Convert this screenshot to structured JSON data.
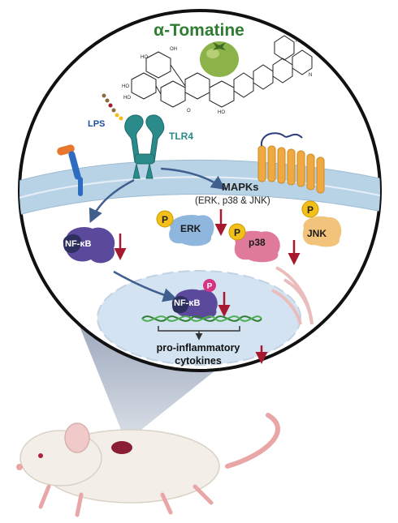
{
  "title": "α-Tomatine",
  "labels": {
    "lps": "LPS",
    "tlr4": "TLR4",
    "mapks": "MAPKs",
    "mapks_sub": "(ERK, p38 & JNK)",
    "erk": "ERK",
    "p38": "p38",
    "jnk": "JNK",
    "nfkb_cyto": "NF-κB",
    "nfkb_nuc": "NF-κB",
    "phospho": "P",
    "outcome_line1": "pro-inflammatory",
    "outcome_line2": "cytokines"
  },
  "colors": {
    "title": "#2e7d32",
    "circle_border": "#111111",
    "membrane": "#b9d3e6",
    "nucleus": "#d4e3f1",
    "down_arrow": "#a6192e",
    "signal_arrow": "#3f5f8f",
    "nfkb": "#5b4a9b",
    "erk": "#8fb7dd",
    "p38": "#e07a9a",
    "jnk": "#f2c47b",
    "phospho_yellow": "#f2c018",
    "phospho_pink": "#d63384",
    "tlr4": "#2b8a8a",
    "gpcr": "#f0a940",
    "mouse_body": "#f3efe8",
    "mouse_tail": "#e9a6a6",
    "lesion": "#8a1f33",
    "tomato": "#8cb24a"
  },
  "icons": [
    "tomato-icon",
    "tomatine-structure",
    "lps-icon",
    "tlr4-receptor",
    "gpcr-receptor",
    "mouse-illustration",
    "dna-helix",
    "endoplasmic-reticulum"
  ]
}
